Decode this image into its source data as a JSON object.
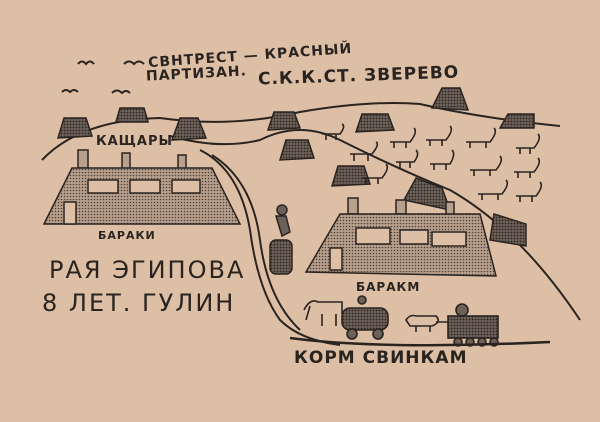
{
  "artwork": {
    "caption_line1": "СВНТРЕСТ — КРАСНЫЙ",
    "caption_line2": "ПАРТИЗАН.",
    "caption_line3": "С.К.К.СТ. ЗВЕРЕВО",
    "label_top_building": "КАЩАРЫ",
    "label_left_barracks": "БАРАКИ",
    "author_name": "РАЯ ЭГИПОВА",
    "author_age_place": "8 ЛЕТ. ГУЛИН",
    "label_right_barracks": "БАРАКМ",
    "label_bottom": "КОРМ СВИНКАМ"
  },
  "colors": {
    "paper": "#ddbfa6",
    "ink": "#2a2420",
    "hatch": "#5a4e46"
  }
}
